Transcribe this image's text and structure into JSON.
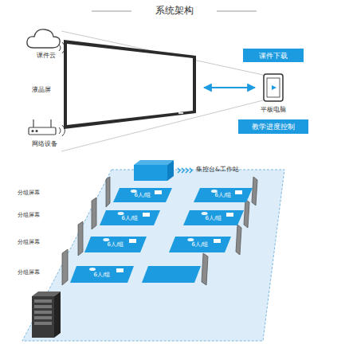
{
  "diagram": {
    "title": "系统架构",
    "nodes": [
      {
        "text": [
          "液晶屏"
        ]
      },
      {
        "text": [
          "课件下载"
        ]
      },
      {
        "text": [
          "平板电脑"
        ]
      },
      {
        "text": [
          "教学进度控制"
        ]
      },
      {
        "text": [
          "6人/组"
        ]
      },
      {
        "text": [
          "6人/组"
        ]
      },
      {
        "text": [
          "6人/组"
        ]
      },
      {
        "text": [
          "6人/组"
        ]
      },
      {
        "text": [
          "6人/组"
        ]
      },
      {
        "text": [
          "6人/组"
        ]
      },
      {
        "text": [
          "6人/组"
        ]
      }
    ],
    "edges": [
      {
        "from": 0,
        "to": 2,
        "arrow": "both"
      }
    ],
    "labels": [
      "课件云",
      "网络设备",
      "集控台&工作站",
      "分组屏幕",
      "分组屏幕",
      "分组屏幕",
      "分组屏幕"
    ]
  }
}
